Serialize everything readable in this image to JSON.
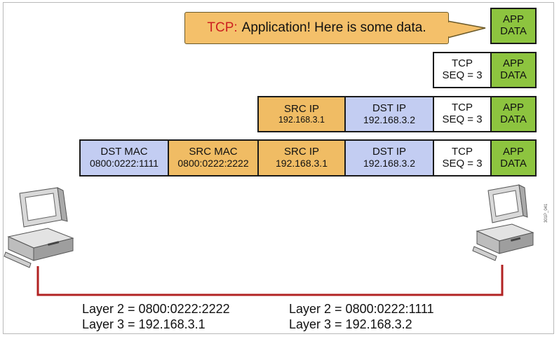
{
  "colors": {
    "app": "#8dc43f",
    "tcp": "#ffffff",
    "ip": "#f0bc64",
    "dst": "#c3cdf2",
    "bubble": "#f4c06a",
    "proto_text": "#cc2020",
    "wire": "#b22222"
  },
  "bubble": {
    "protocol": "TCP:",
    "message": "Application! Here is some data."
  },
  "app_data": {
    "line1": "APP",
    "line2": "DATA"
  },
  "tcp_seg": {
    "line1": "TCP",
    "line2": "SEQ = 3"
  },
  "src_ip": {
    "line1": "SRC IP",
    "line2": "192.168.3.1"
  },
  "dst_ip": {
    "line1": "DST IP",
    "line2": "192.168.3.2"
  },
  "src_mac": {
    "line1": "SRC MAC",
    "line2": "0800:0222:2222"
  },
  "dst_mac": {
    "line1": "DST MAC",
    "line2": "0800:0222:1111"
  },
  "left_host": {
    "layer2": "Layer 2 = 0800:0222:2222",
    "layer3": "Layer 3 = 192.168.3.1"
  },
  "right_host": {
    "layer2": "Layer 2 = 0800:0222:1111",
    "layer3": "Layer 3 = 192.168.3.2"
  },
  "figure_id": "301P_041",
  "icons": {
    "left": "desktop-computer-icon",
    "right": "desktop-computer-icon"
  }
}
